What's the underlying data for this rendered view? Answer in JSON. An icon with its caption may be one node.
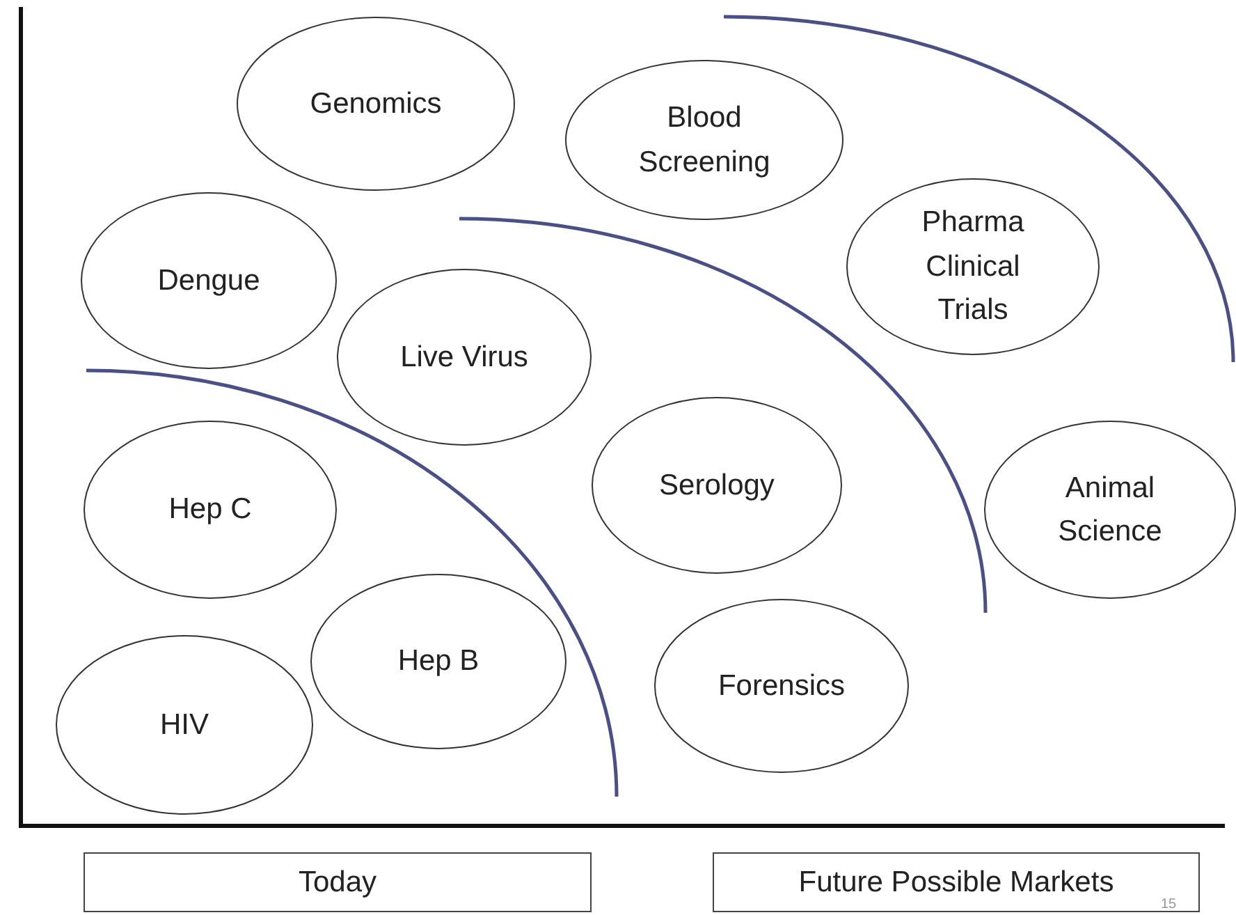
{
  "diagram": {
    "nodes": [
      {
        "text": [
          "Genomics"
        ]
      },
      {
        "text": [
          "Blood Screening"
        ]
      },
      {
        "text": [
          "Pharma Clinical Trials"
        ]
      },
      {
        "text": [
          "Dengue"
        ]
      },
      {
        "text": [
          "Live Virus"
        ]
      },
      {
        "text": [
          "Hep C"
        ]
      },
      {
        "text": [
          "Serology"
        ]
      },
      {
        "text": [
          "Animal Science"
        ]
      },
      {
        "text": [
          "Hep B"
        ]
      },
      {
        "text": [
          "Forensics"
        ]
      },
      {
        "text": [
          "HIV"
        ]
      },
      {
        "text": [
          "Today"
        ]
      },
      {
        "text": [
          "Future Possible Markets"
        ]
      }
    ],
    "edges": [],
    "labels": [
      "15"
    ]
  }
}
